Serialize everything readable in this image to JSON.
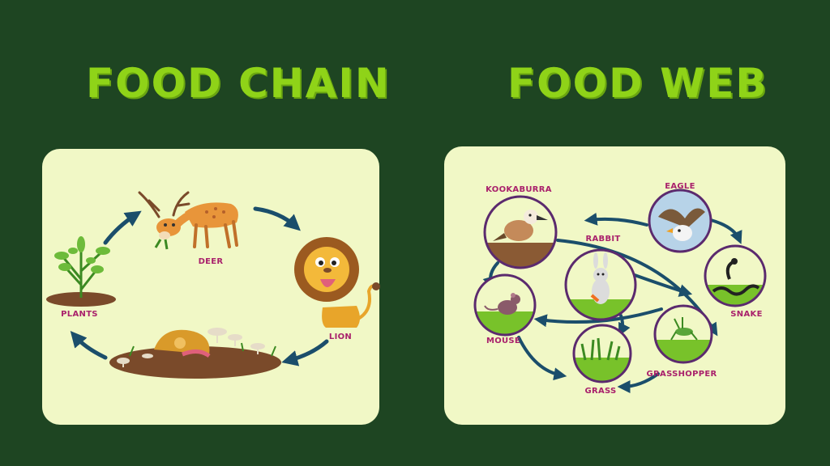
{
  "headings": {
    "chain": "FOOD CHAIN",
    "web": "FOOD WEB"
  },
  "chain": {
    "nodes": [
      "DEER",
      "LION",
      "PLANTS"
    ]
  },
  "web": {
    "nodes": [
      "KOOKABURRA",
      "EAGLE",
      "RABBIT",
      "SNAKE",
      "MOUSE",
      "GRASSHOPPER",
      "GRASS"
    ]
  },
  "colors": {
    "background": "#1e4522",
    "heading": "#8fd318",
    "panel": "#f1f8c6",
    "label": "#a9216c",
    "arrow": "#1b4e6b",
    "circle_border": "#5b2a6e"
  }
}
